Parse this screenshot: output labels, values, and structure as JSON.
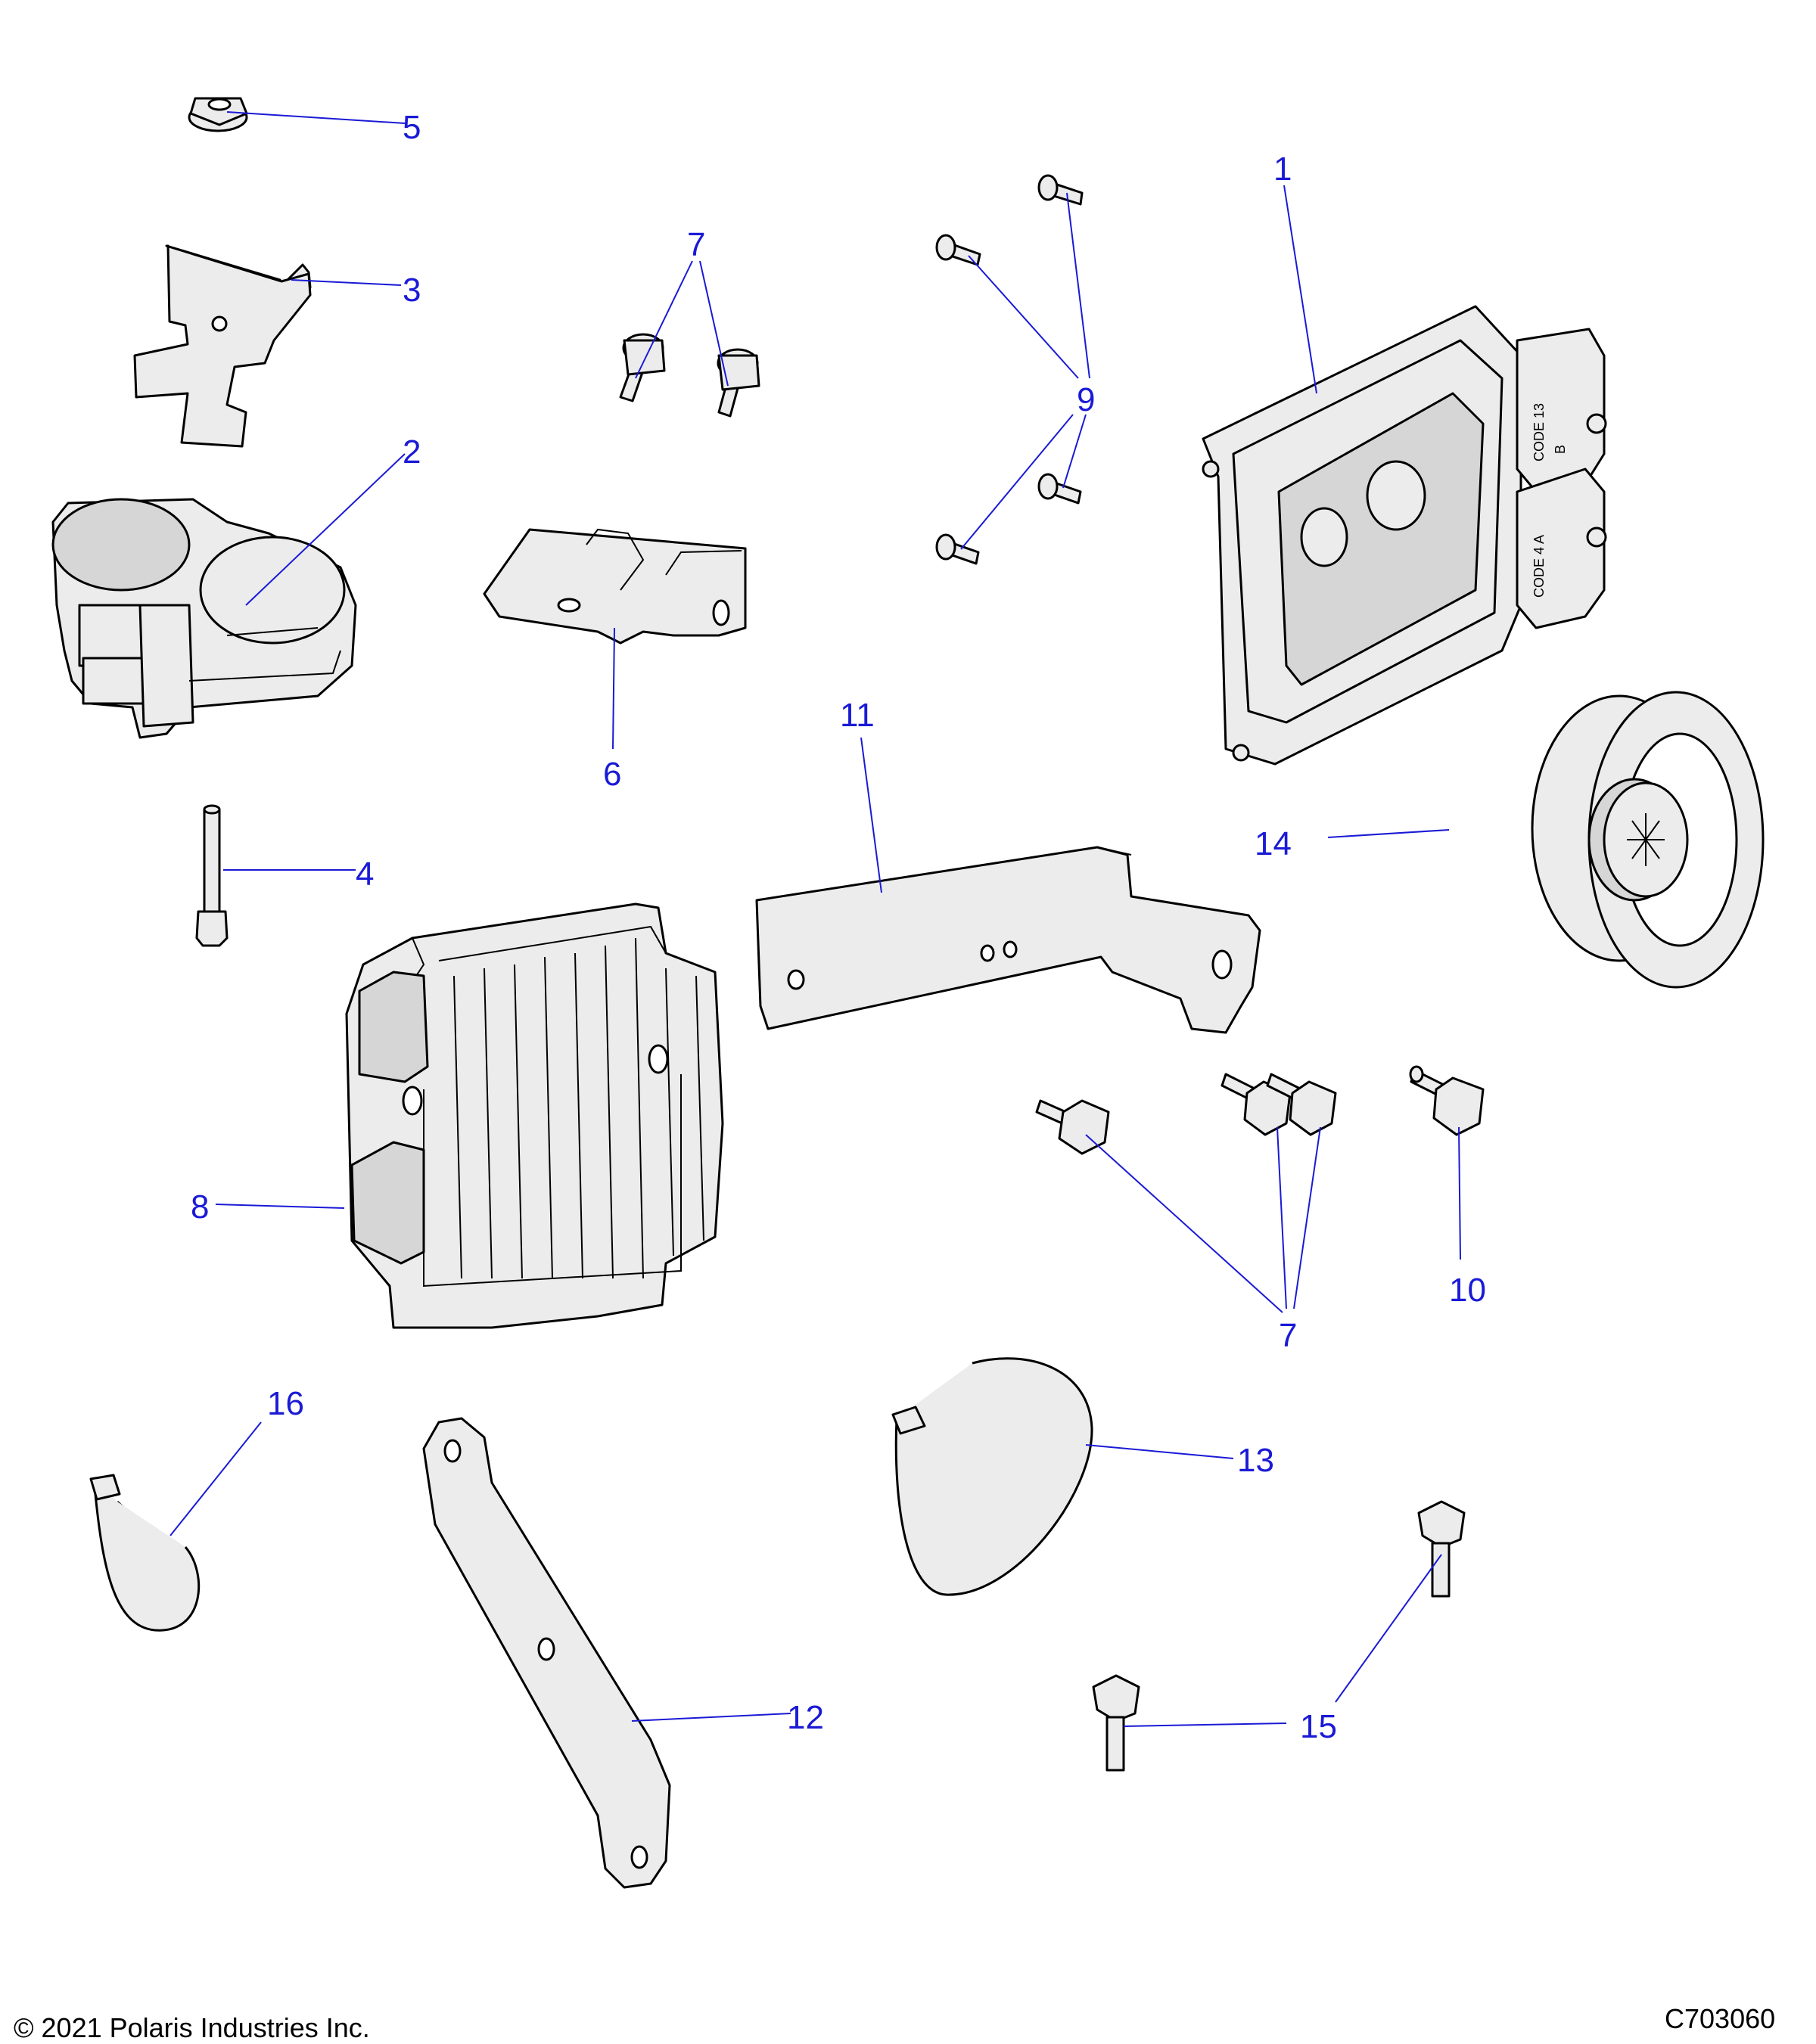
{
  "callouts": {
    "c1": "1",
    "c2": "2",
    "c3": "3",
    "c4": "4",
    "c5": "5",
    "c6": "6",
    "c7a": "7",
    "c7b": "7",
    "c8": "8",
    "c9": "9",
    "c10": "10",
    "c11": "11",
    "c12": "12",
    "c13": "13",
    "c14": "14",
    "c15": "15",
    "c16": "16"
  },
  "part_labels": {
    "ecu_code_1": "CODE 13",
    "ecu_code_2": "CODE 4 A",
    "ecu_code_3": "B"
  },
  "footer": {
    "copyright": "© 2021 Polaris Industries Inc.",
    "ref": "C703060"
  },
  "colors": {
    "callout": "#1a1ad6",
    "part_fill": "#ececec",
    "outline": "#000000"
  }
}
